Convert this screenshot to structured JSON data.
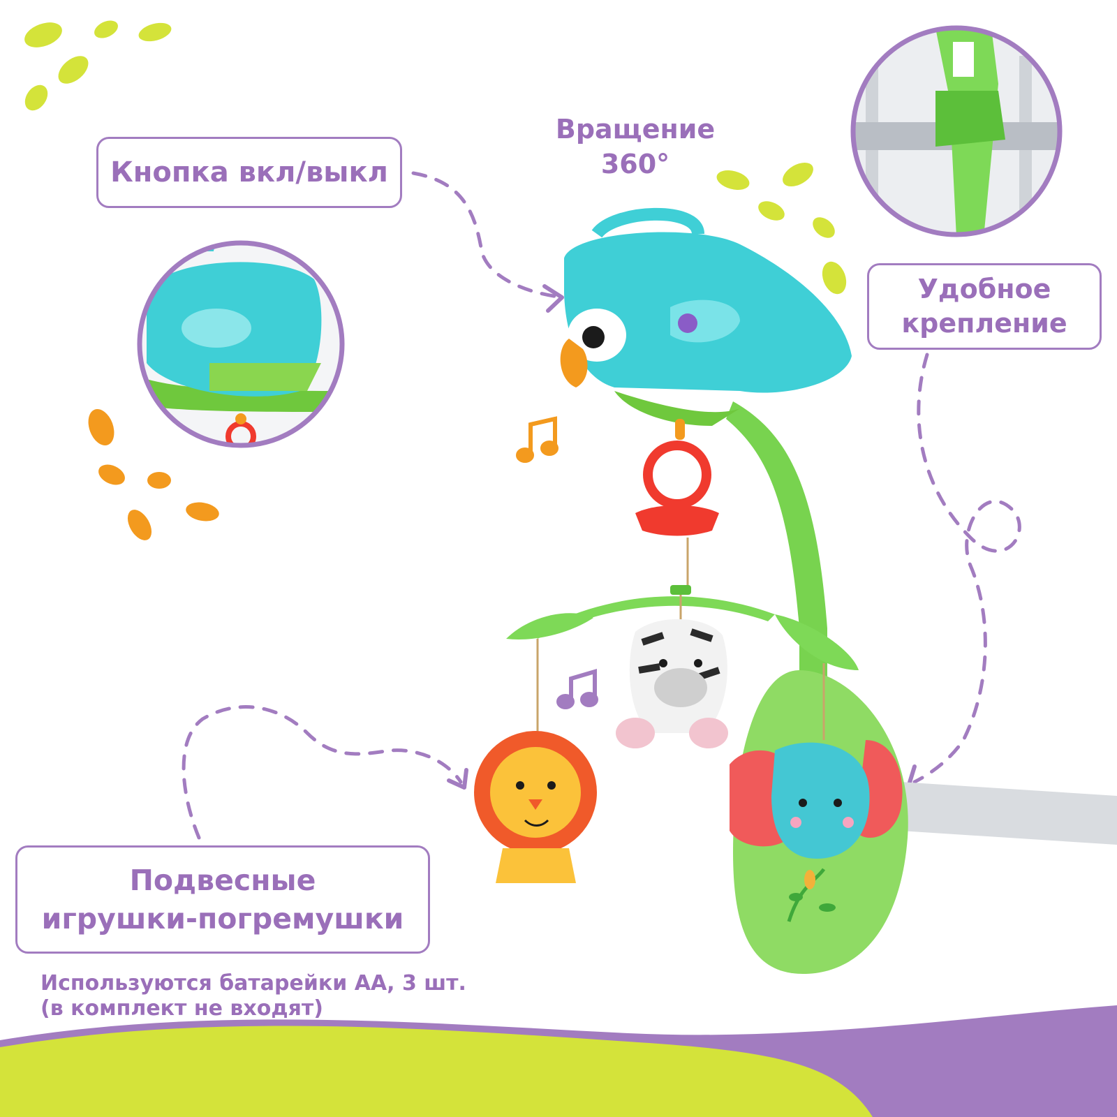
{
  "callouts": {
    "button_label": "Кнопка вкл/выкл",
    "rotation_line1": "Вращение",
    "rotation_line2": "360°",
    "mount_line1": "Удобное",
    "mount_line2": "крепление",
    "toys_line1": "Подвесные",
    "toys_line2": "игрушки-погремушки"
  },
  "note": {
    "line1": "Используются батарейки АА, 3 шт.",
    "line2": "(в комплект не входят)"
  },
  "colors": {
    "text_purple": "#9a6fb9",
    "frame_purple": "#a27cc0",
    "lime": "#c9df3a",
    "orange": "#f39a1e",
    "teal": "#3fcfd6",
    "leaf_green": "#7ed957",
    "ring_red": "#f03a2e"
  },
  "icons": [
    "music-note-icon",
    "parrot-icon",
    "lion-toy-icon",
    "zebra-toy-icon",
    "elephant-toy-icon"
  ]
}
